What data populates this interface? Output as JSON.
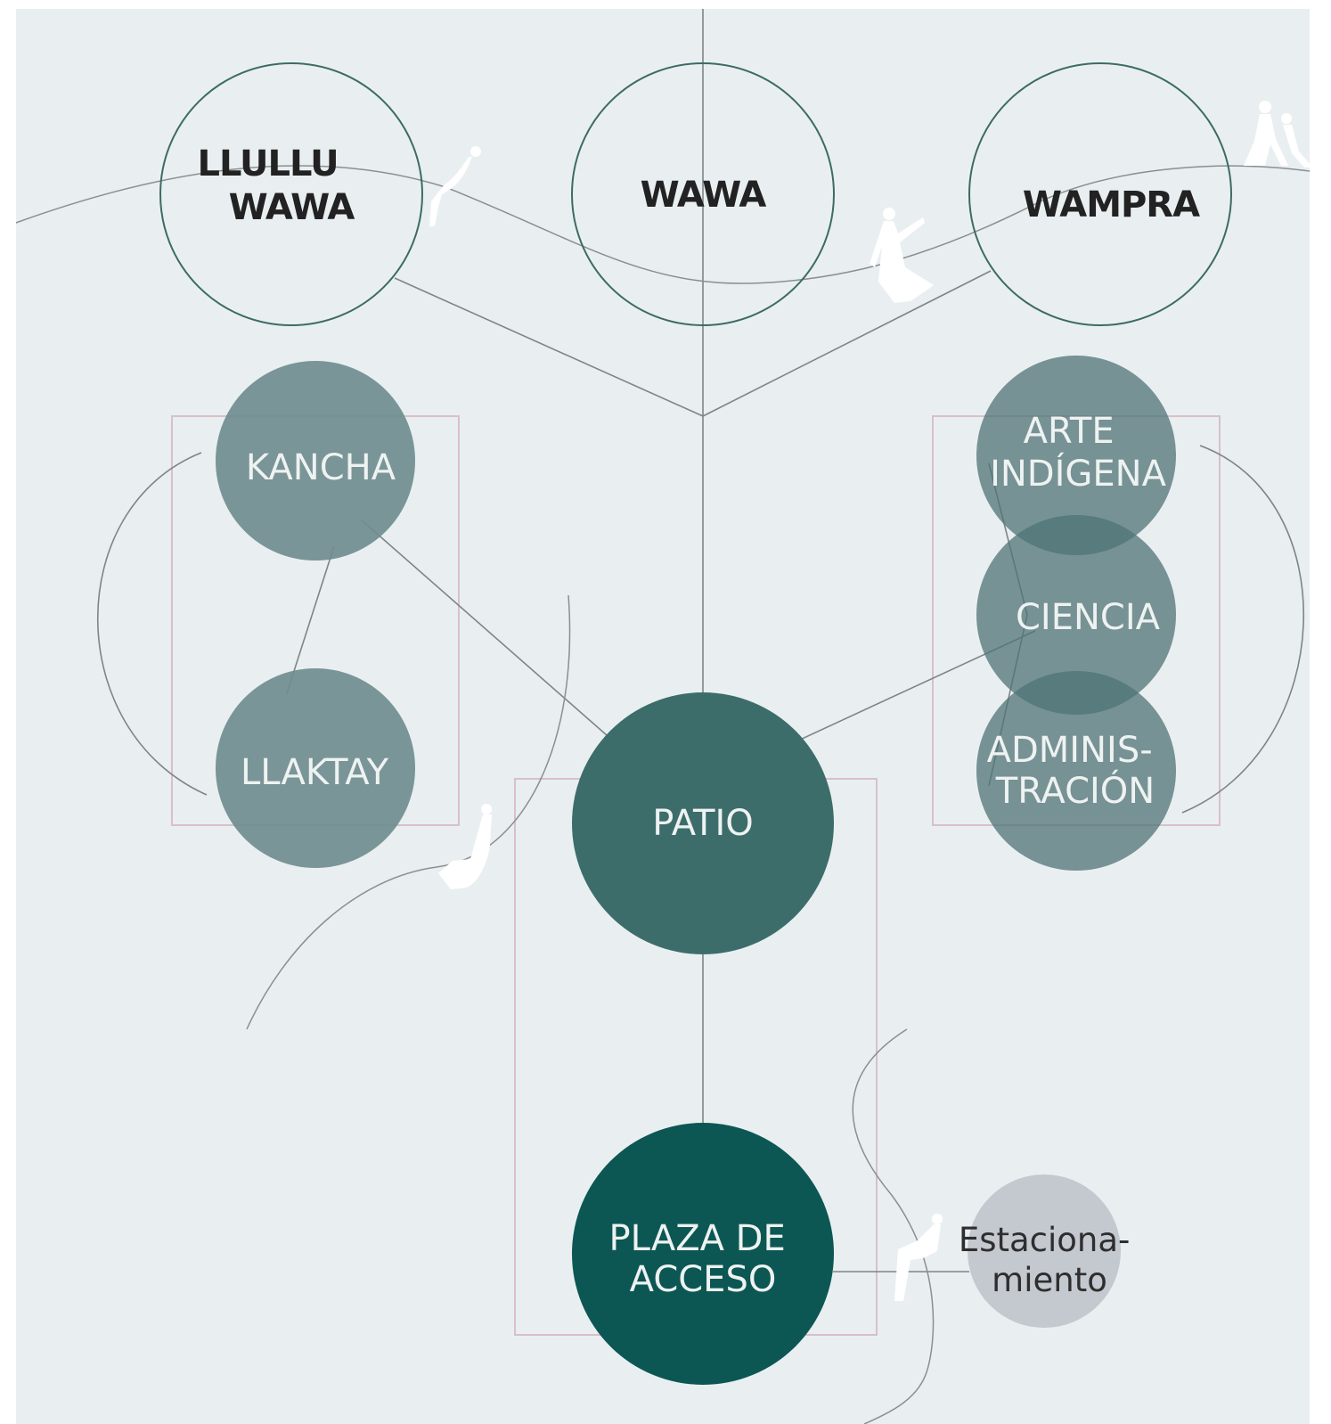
{
  "colors": {
    "background": "#e9eff1",
    "outline_circle": "#3d6b66",
    "kancha_group": "#6f8d8f",
    "admin_group": "#6e8b8d",
    "patio": "#3c6d6a",
    "plaza": "#0c5753",
    "parking": "#c4c8cf",
    "connector": "#7f8585",
    "group_frame": "#d9bfc9",
    "figures": "#ffffff"
  },
  "nodes": {
    "llullu_wawa": {
      "lines": [
        "LLULLU",
        "WAWA"
      ]
    },
    "wawa": {
      "lines": [
        "WAWA"
      ]
    },
    "wampra": {
      "lines": [
        "WAMPRA"
      ]
    },
    "kancha": {
      "lines": [
        "KANCHA"
      ]
    },
    "llaktay": {
      "lines": [
        "LLAKTAY"
      ]
    },
    "arte_indigena": {
      "lines": [
        "ARTE",
        "INDÍGENA"
      ]
    },
    "ciencia": {
      "lines": [
        "CIENCIA"
      ]
    },
    "administracion": {
      "lines": [
        "ADMINIS-",
        "TRACIÓN"
      ]
    },
    "patio": {
      "lines": [
        "PATIO"
      ]
    },
    "plaza_de_acceso": {
      "lines": [
        "PLAZA DE",
        "ACCESO"
      ]
    },
    "estacionamiento": {
      "lines": [
        "Estaciona-",
        "miento"
      ]
    }
  },
  "figures": [
    "seated-figure-icon",
    "standing-figure-icon",
    "dancing-figure-icon",
    "child-figure-icon"
  ]
}
